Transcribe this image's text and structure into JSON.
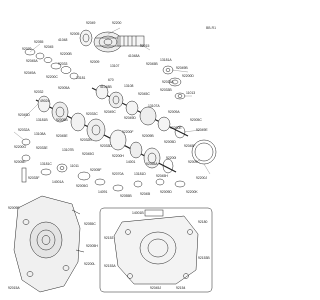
{
  "diagram": {
    "ref_code": "BB-R1",
    "callouts": {
      "c1": "92049",
      "c2": "92200",
      "c3": "92055",
      "c4": "92005",
      "c5": "92070",
      "c6": "92045",
      "c7": "41048",
      "c8": "92015",
      "c9": "92200B",
      "c10": "92045A",
      "c11": "92033",
      "c12": "92009",
      "c13": "13107",
      "c14": "41048A",
      "c15": "92049A",
      "c16": "92200C",
      "c17": "13181",
      "c18": "670",
      "c19": "13108",
      "c20": "92045B",
      "c21": "13181A",
      "c22": "92049B",
      "c23": "92200D",
      "c24": "11013",
      "c25": "92033A",
      "c26": "92033B",
      "c27": "92045C",
      "c28": "41048B",
      "c29": "92005A",
      "c30": "92032",
      "c31": "49024",
      "c32": "92045D",
      "c33": "13181B",
      "c34": "92005B",
      "c35": "92033C",
      "c36": "92049C",
      "c37": "92049D",
      "c38": "13107A",
      "c39": "92009A",
      "c40": "92005C",
      "c41": "92049E",
      "c42": "92200E",
      "c43": "92032A",
      "c44": "13108A",
      "c45": "92045E",
      "c46": "92032B",
      "c47": "92033D",
      "c48": "92200F",
      "c49": "92009B",
      "c50": "92005D",
      "c51": "92045F",
      "c52": "92200G",
      "c53": "92033E",
      "c54": "13107B",
      "c55": "92045G",
      "c56": "92200H",
      "c57": "14001",
      "c58": "92055A",
      "c59": "92200I",
      "c60": "92009C",
      "c61": "92005E",
      "c62": "13181C",
      "c63": "11011",
      "c64": "92005F",
      "c65": "92070A",
      "c66": "13181D",
      "c67": "92045H",
      "c68": "92200J",
      "c69": "92033F",
      "c70": "14001A",
      "c71": "92005G",
      "c72": "14091",
      "c73": "92055B",
      "c74": "92045I",
      "c75": "92009D",
      "c76": "92200K",
      "c77": "92055C",
      "c78": "92005H",
      "c79": "92200L",
      "c80": "92015A",
      "c81": "92009E",
      "c82": "14001B",
      "c83": "92153",
      "c84": "92153A",
      "c85": "92180",
      "c86": "92153B",
      "c87": "92045J",
      "c88": "92154"
    }
  }
}
